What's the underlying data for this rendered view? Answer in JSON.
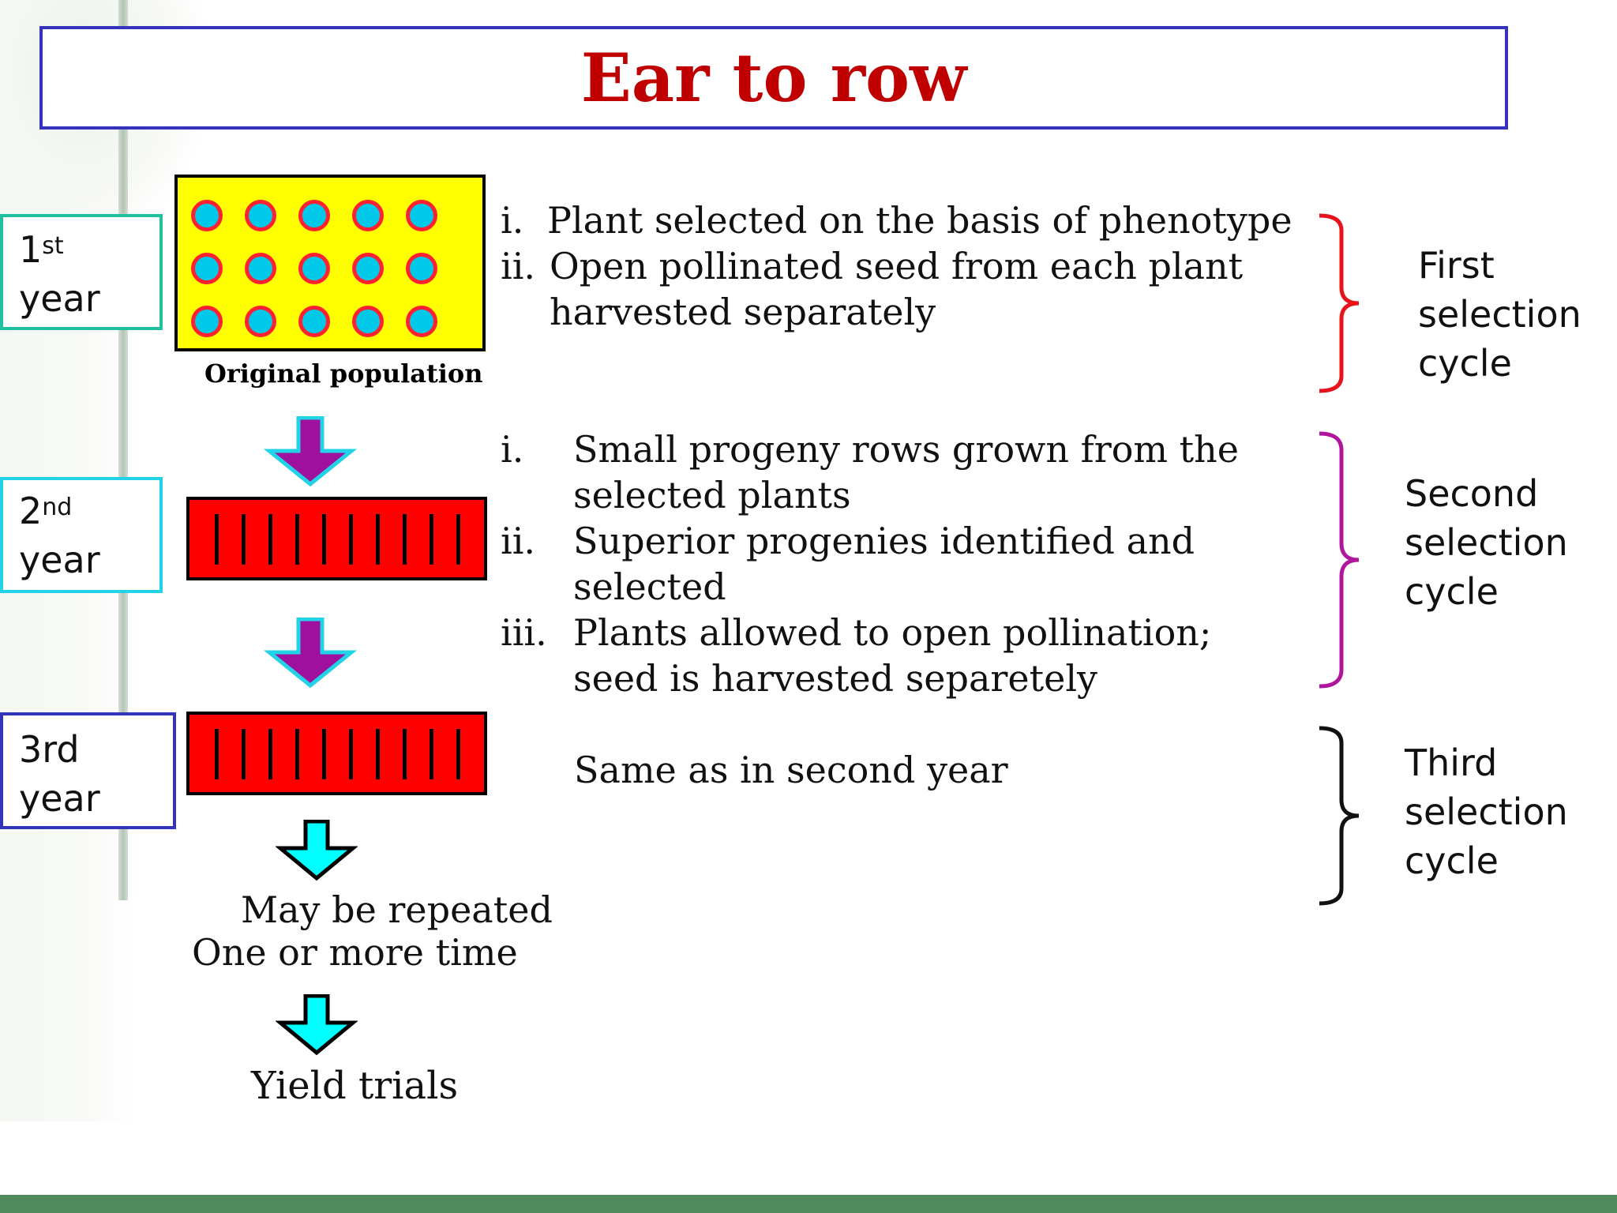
{
  "title": "Ear to row",
  "years": [
    {
      "num": "1",
      "sup": "st",
      "word": "year"
    },
    {
      "num": "2",
      "sup": "nd",
      "word": "year"
    },
    {
      "num": "3rd",
      "sup": "",
      "word": "year"
    }
  ],
  "population_caption": "Original population",
  "step1": {
    "items": [
      {
        "marker": "i.",
        "text": "Plant selected on the basis of phenotype"
      },
      {
        "marker": "ii.",
        "text": "Open pollinated seed from each plant"
      }
    ],
    "continuation": "harvested separately"
  },
  "step2": {
    "items": [
      {
        "marker": "i.",
        "lines": [
          "Small progeny rows grown from the",
          "selected plants"
        ]
      },
      {
        "marker": "ii.",
        "lines": [
          "Superior progenies identified and",
          "selected"
        ]
      },
      {
        "marker": "iii.",
        "lines": [
          "Plants allowed to open pollination;",
          "seed is harvested separetely"
        ]
      }
    ]
  },
  "step3": "Same as in second year",
  "repeat": [
    "May be repeated",
    "One or more time"
  ],
  "final": "Yield trials",
  "cycles": [
    {
      "lines": [
        "First",
        "selection",
        "cycle"
      ],
      "color": "#e8131a"
    },
    {
      "lines": [
        "Second",
        "selection",
        "cycle"
      ],
      "color": "#b0169b"
    },
    {
      "lines": [
        "Third",
        "selection",
        "cycle"
      ],
      "color": "#111111"
    }
  ],
  "colors": {
    "title": "#c00000",
    "title_border": "#3333bb",
    "year1_border": "#1fbf9f",
    "year2_border": "#22d3e8",
    "year3_border": "#3333bb",
    "population_fill": "#ffff00",
    "row_fill": "#ff0000",
    "arrow_purple": "#a0109e",
    "arrow_cyan": "#00ffff"
  }
}
